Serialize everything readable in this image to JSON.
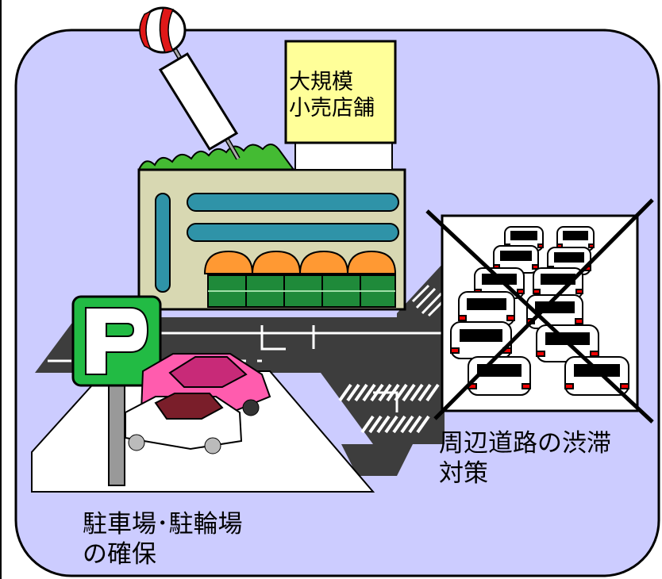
{
  "store_sign": {
    "line1": "大規模",
    "line2": "小売店舗"
  },
  "parking_sign": {
    "letter": "P"
  },
  "captions": {
    "parking": {
      "line1": "駐車場･駐輪場",
      "line2": "の確保"
    },
    "traffic": {
      "line1": "周辺道路の渋滞",
      "line2": "対策"
    }
  },
  "colors": {
    "panel_fill": "#ccccff",
    "panel_border": "#000000",
    "store_wall": "#d8d8b2",
    "stripe": "#2f93a8",
    "awning": "#ff9933",
    "window_green": "#1f8a3a",
    "hedge": "#44bb33",
    "sign_yellow": "#ffff99",
    "parking_green": "#22bb44",
    "car_pink": "#ff5cae",
    "car_maroon": "#7a1e2a",
    "road": "#444444"
  }
}
